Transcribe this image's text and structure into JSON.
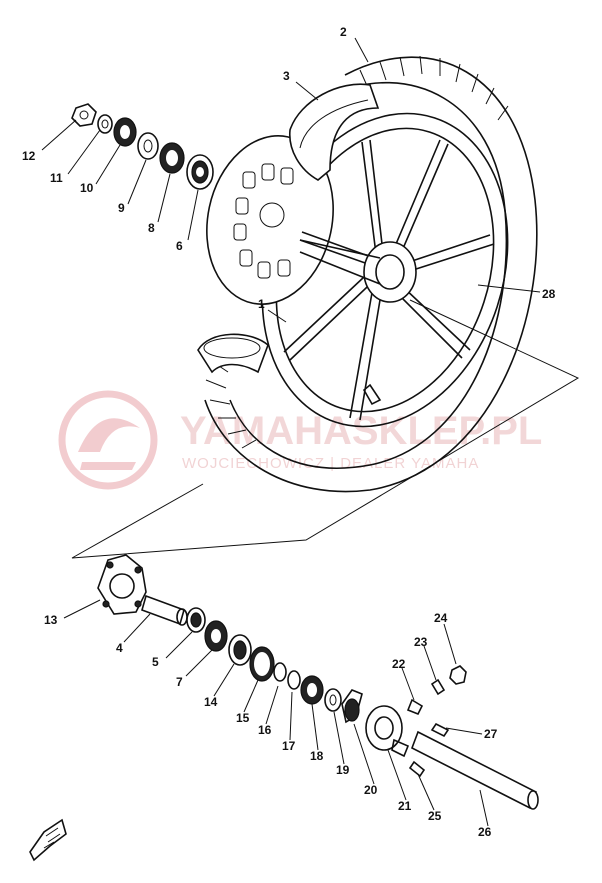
{
  "diagram": {
    "type": "exploded-parts-view",
    "subject": "front wheel assembly",
    "part_labels": [
      "1",
      "2",
      "3",
      "4",
      "5",
      "6",
      "7",
      "8",
      "9",
      "10",
      "11",
      "12",
      "13",
      "14",
      "15",
      "16",
      "17",
      "18",
      "19",
      "20",
      "21",
      "22",
      "23",
      "24",
      "25",
      "26",
      "27",
      "28"
    ],
    "watermark": {
      "title": "YAMAHASKLEP.PL",
      "subtitle": "WOJCIECHOWICZ | DEALER YAMAHA",
      "color": "#e9b7b9"
    }
  }
}
